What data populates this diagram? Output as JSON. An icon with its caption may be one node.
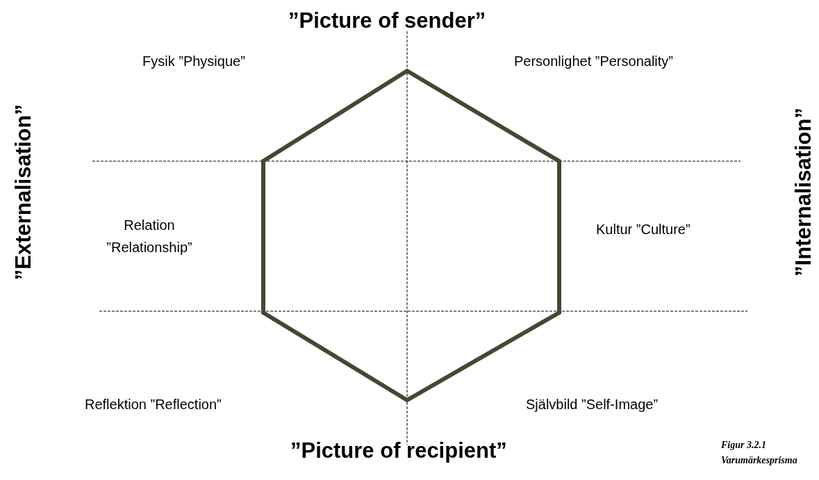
{
  "diagram": {
    "caption": "Figur 3.2.1 Varumärkesprisma",
    "labels": [
      "”Picture of sender”",
      "”Externalisation”",
      "Fysik ”Physique”",
      "Personlighet ”Personality”",
      "”Internalisation”",
      "Relation ”Relationship”",
      "Kultur ”Culture”",
      "Reflektion ”Reflection”",
      "Självbild ”Self-Image”",
      "”Picture of recipient”"
    ]
  }
}
